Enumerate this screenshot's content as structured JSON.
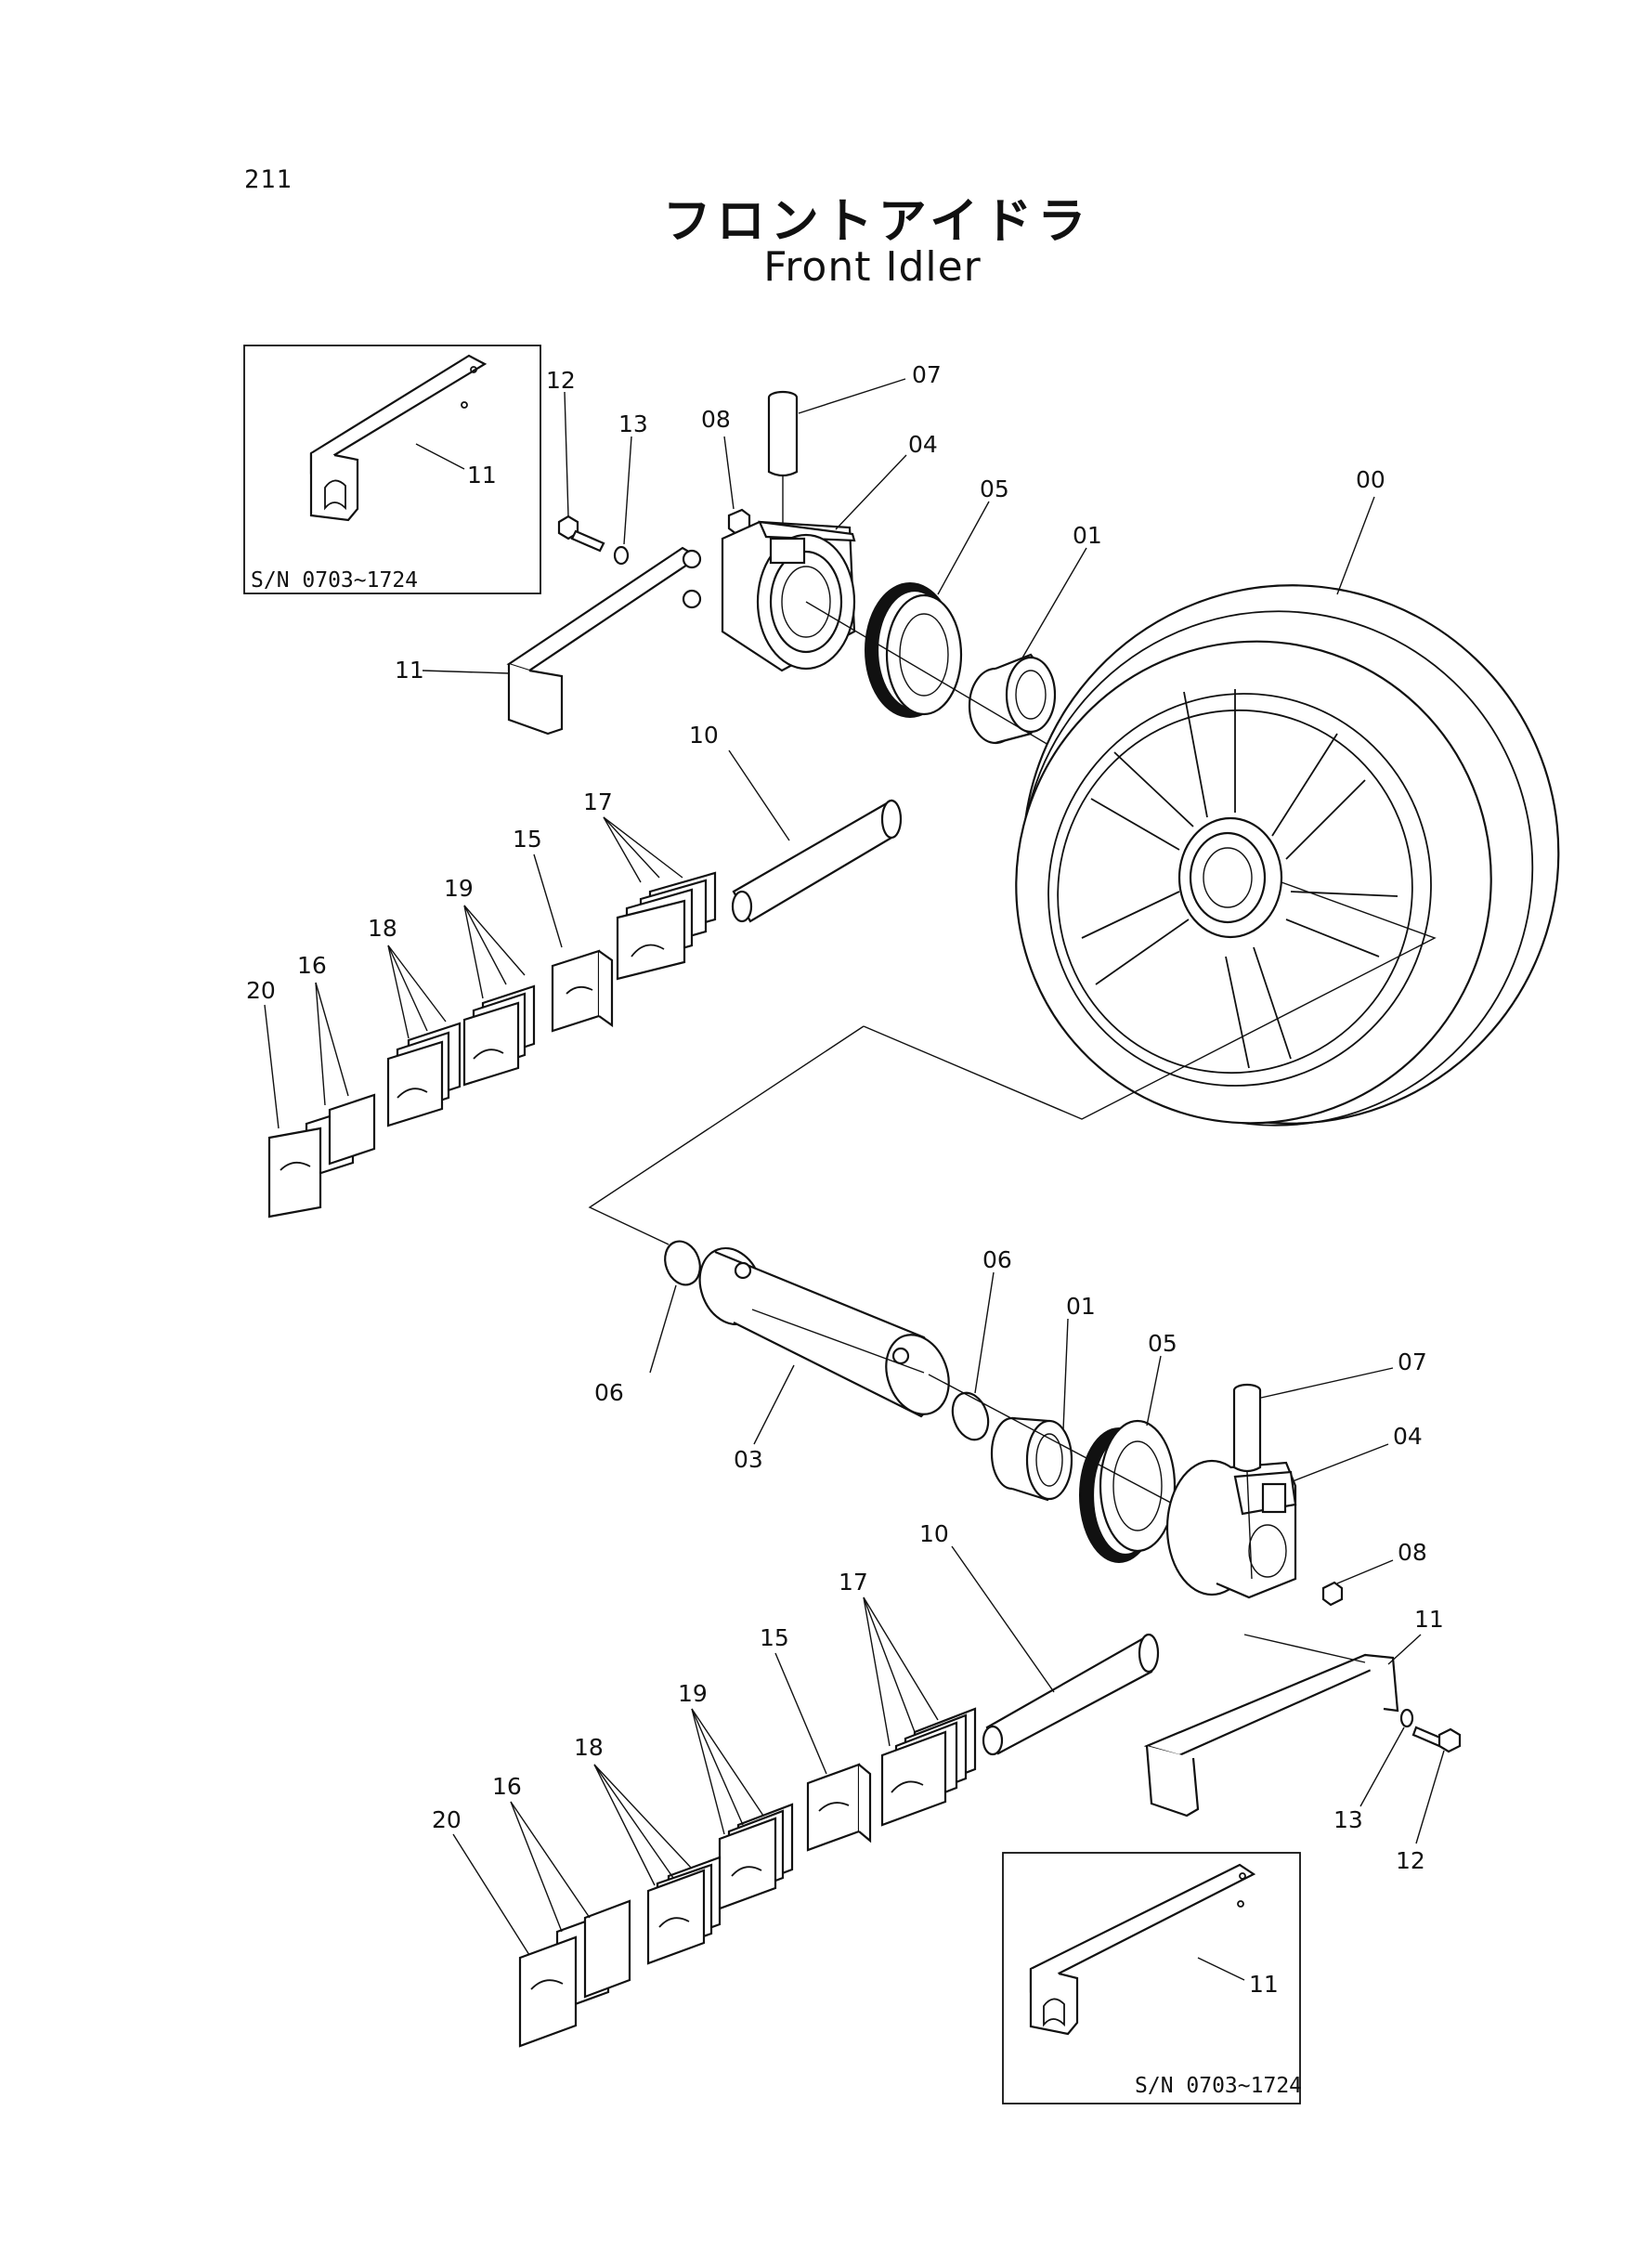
{
  "page_number": "211",
  "title_jp": "フロントアイドラ",
  "title_en": "Front Idler",
  "inset_note": "S/N 0703~1724",
  "labels": {
    "p00": "00",
    "p01": "01",
    "p03": "03",
    "p04": "04",
    "p05": "05",
    "p06": "06",
    "p07": "07",
    "p08": "08",
    "p10": "10",
    "p11": "11",
    "p12": "12",
    "p13": "13",
    "p15": "15",
    "p16": "16",
    "p17": "17",
    "p18": "18",
    "p19": "19",
    "p20": "20"
  }
}
